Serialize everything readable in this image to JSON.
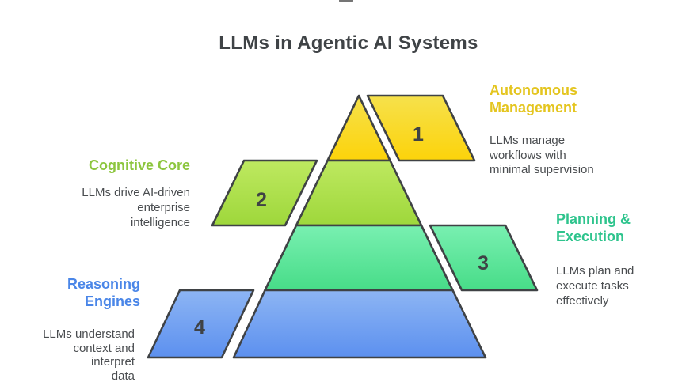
{
  "title": "LLMs in Agentic AI Systems",
  "colors": {
    "background": "#FFFFFF",
    "title_text": "#3F4346",
    "body_text": "#4A4D50",
    "outline": "#3F4245",
    "number_text": "#3F4245"
  },
  "levels": [
    {
      "number": "1",
      "name": "Autonomous Management",
      "name_lines": [
        "Autonomous",
        "Management"
      ],
      "desc": "LLMs manage workflows with minimal supervision",
      "desc_lines": [
        "LLMs manage",
        "workflows with",
        "minimal supervision"
      ],
      "heading_color": "#E4C51F",
      "fill_top": "#F6E14C",
      "fill_bottom": "#FCD30A",
      "label_side": "right"
    },
    {
      "number": "2",
      "name": "Cognitive Core",
      "name_lines": [
        "Cognitive Core"
      ],
      "desc": "LLMs drive AI-driven enterprise intelligence",
      "desc_lines": [
        "LLMs drive AI-driven",
        "enterprise",
        "intelligence"
      ],
      "heading_color": "#8DC63F",
      "fill_top": "#BEE960",
      "fill_bottom": "#9ED73B",
      "label_side": "left"
    },
    {
      "number": "3",
      "name": "Planning & Execution",
      "name_lines": [
        "Planning &",
        "Execution"
      ],
      "desc": "LLMs plan and execute tasks effectively",
      "desc_lines": [
        "LLMs plan and",
        "execute tasks",
        "effectively"
      ],
      "heading_color": "#2EC48D",
      "fill_top": "#79F0B1",
      "fill_bottom": "#47DC88",
      "label_side": "right"
    },
    {
      "number": "4",
      "name": "Reasoning Engines",
      "name_lines": [
        "Reasoning",
        "Engines"
      ],
      "desc": "LLMs understand context and interpret data",
      "desc_lines": [
        "LLMs understand",
        "context and interpret",
        "data"
      ],
      "heading_color": "#4A86E8",
      "fill_top": "#8DB5F4",
      "fill_bottom": "#5C90EF",
      "label_side": "left"
    }
  ]
}
